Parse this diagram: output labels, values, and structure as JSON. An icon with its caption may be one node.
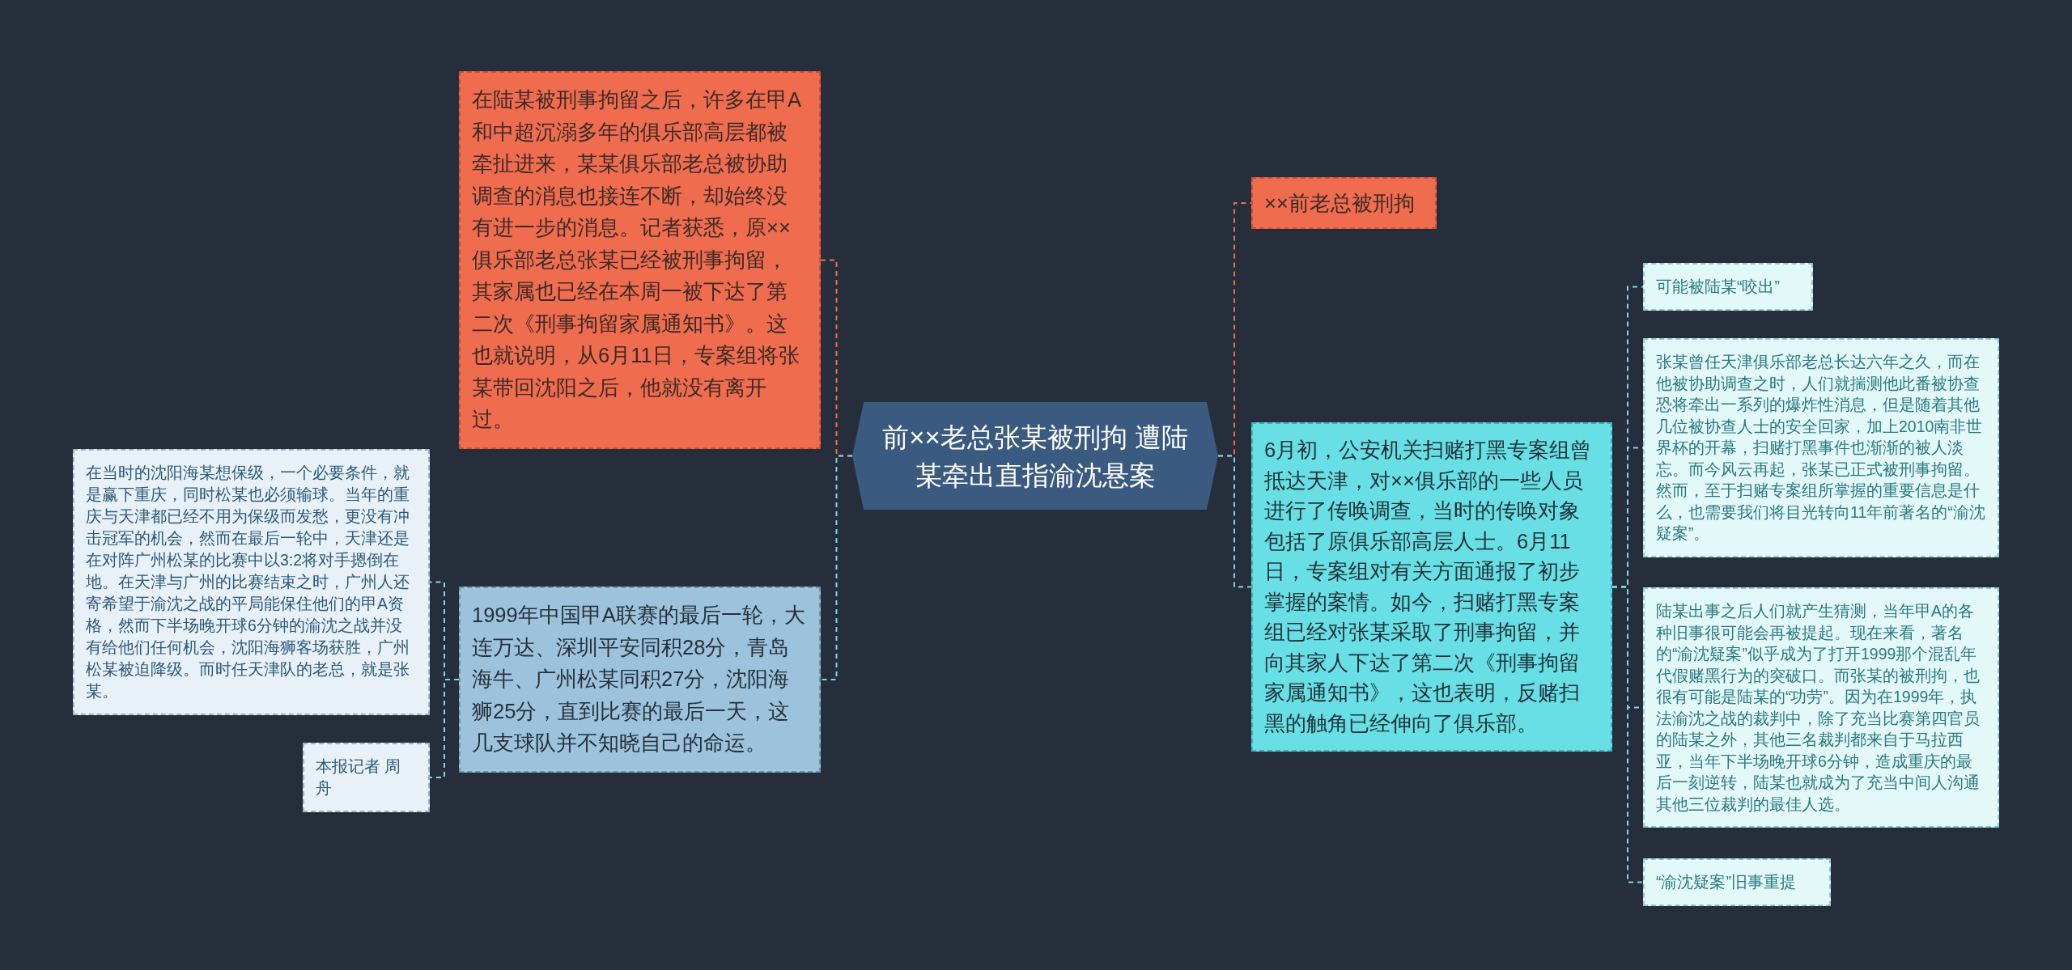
{
  "diagram": {
    "nodes": [
      {
        "text": [
          "前××老总张某被刑拘 遭陆某牵出直指渝沈悬案"
        ]
      },
      {
        "text": [
          "在陆某被刑事拘留之后，许多在甲A和中超沉溺多年的俱乐部高层都被牵扯进来，某某俱乐部老总被协助调查的消息也接连不断，却始终没有进一步的消息。记者获悉，原××俱乐部老总张某已经被刑事拘留，其家属也已经在本周一被下达了第二次《刑事拘留家属通知书》。这也就说明，从6月11日，专案组将张某带回沈阳之后，他就没有离开过。"
        ]
      },
      {
        "text": [
          "1999年中国甲A联赛的最后一轮，大连万达、深圳平安同积28分，青岛海牛、广州松某同积27分，沈阳海狮25分，直到比赛的最后一天，这几支球队并不知晓自己的命运。"
        ]
      },
      {
        "text": [
          "在当时的沈阳海某想保级，一个必要条件，就是赢下重庆，同时松某也必须输球。当年的重庆与天津都已经不用为保级而发愁，更没有冲击冠军的机会，然而在最后一轮中，天津还是在对阵广州松某的比赛中以3:2将对手摁倒在地。在天津与广州的比赛结束之时，广州人还寄希望于渝沈之战的平局能保住他们的甲A资格，然而下半场晚开球6分钟的渝沈之战并没有给他们任何机会，沈阳海狮客场获胜，广州松某被迫降级。而时任天津队的老总，就是张某。"
        ]
      },
      {
        "text": [
          "本报记者 周舟"
        ]
      },
      {
        "text": [
          "××前老总被刑拘"
        ]
      },
      {
        "text": [
          "6月初，公安机关扫赌打黑专案组曾抵达天津，对××俱乐部的一些人员进行了传唤调查，当时的传唤对象包括了原俱乐部高层人士。6月11日，专案组对有关方面通报了初步掌握的案情。如今，扫赌打黑专案组已经对张某采取了刑事拘留，并向其家人下达了第二次《刑事拘留家属通知书》，这也表明，反赌扫黑的触角已经伸向了俱乐部。"
        ]
      },
      {
        "text": [
          "可能被陆某“咬出”"
        ]
      },
      {
        "text": [
          "张某曾任天津俱乐部老总长达六年之久，而在他被协助调查之时，人们就揣测他此番被协查恐将牵出一系列的爆炸性消息，但是随着其他几位被协查人士的安全回家，加上2010南非世界杯的开幕，扫赌打黑事件也渐渐的被人淡忘。而今风云再起，张某已正式被刑事拘留。然而，至于扫赌专案组所掌握的重要信息是什么，也需要我们将目光转向11年前著名的“渝沈疑案”。"
        ]
      },
      {
        "text": [
          "陆某出事之后人们就产生猜测，当年甲A的各种旧事很可能会再被提起。现在来看，著名的“渝沈疑案”似乎成为了打开1999那个混乱年代假赌黑行为的突破口。而张某的被刑拘，也很有可能是陆某的“功劳”。因为在1999年，执法渝沈之战的裁判中，除了充当比赛第四官员的陆某之外，其他三名裁判都来自于马拉西亚，当年下半场晚开球6分钟，造成重庆的最后一刻逆转，陆某也就成为了充当中间人沟通其他三位裁判的最佳人选。"
        ]
      },
      {
        "text": [
          "“渝沈疑案”旧事重提"
        ]
      }
    ],
    "edges": [
      {
        "from": 0,
        "to": 1,
        "arrow": "none",
        "style": "dashed",
        "color": "#ef6c4f"
      },
      {
        "from": 0,
        "to": 2,
        "arrow": "none",
        "style": "dashed"
      },
      {
        "from": 2,
        "to": 3,
        "arrow": "none",
        "style": "dashed"
      },
      {
        "from": 2,
        "to": 4,
        "arrow": "none",
        "style": "dashed"
      },
      {
        "from": 0,
        "to": 5,
        "arrow": "none",
        "style": "dashed",
        "color": "#ef6c4f"
      },
      {
        "from": 0,
        "to": 6,
        "arrow": "none",
        "style": "dashed"
      },
      {
        "from": 6,
        "to": 7,
        "arrow": "none",
        "style": "dashed"
      },
      {
        "from": 6,
        "to": 8,
        "arrow": "none",
        "style": "dashed"
      },
      {
        "from": 6,
        "to": 9,
        "arrow": "none",
        "style": "dashed"
      },
      {
        "from": 6,
        "to": 10,
        "arrow": "none",
        "style": "dashed"
      }
    ]
  }
}
